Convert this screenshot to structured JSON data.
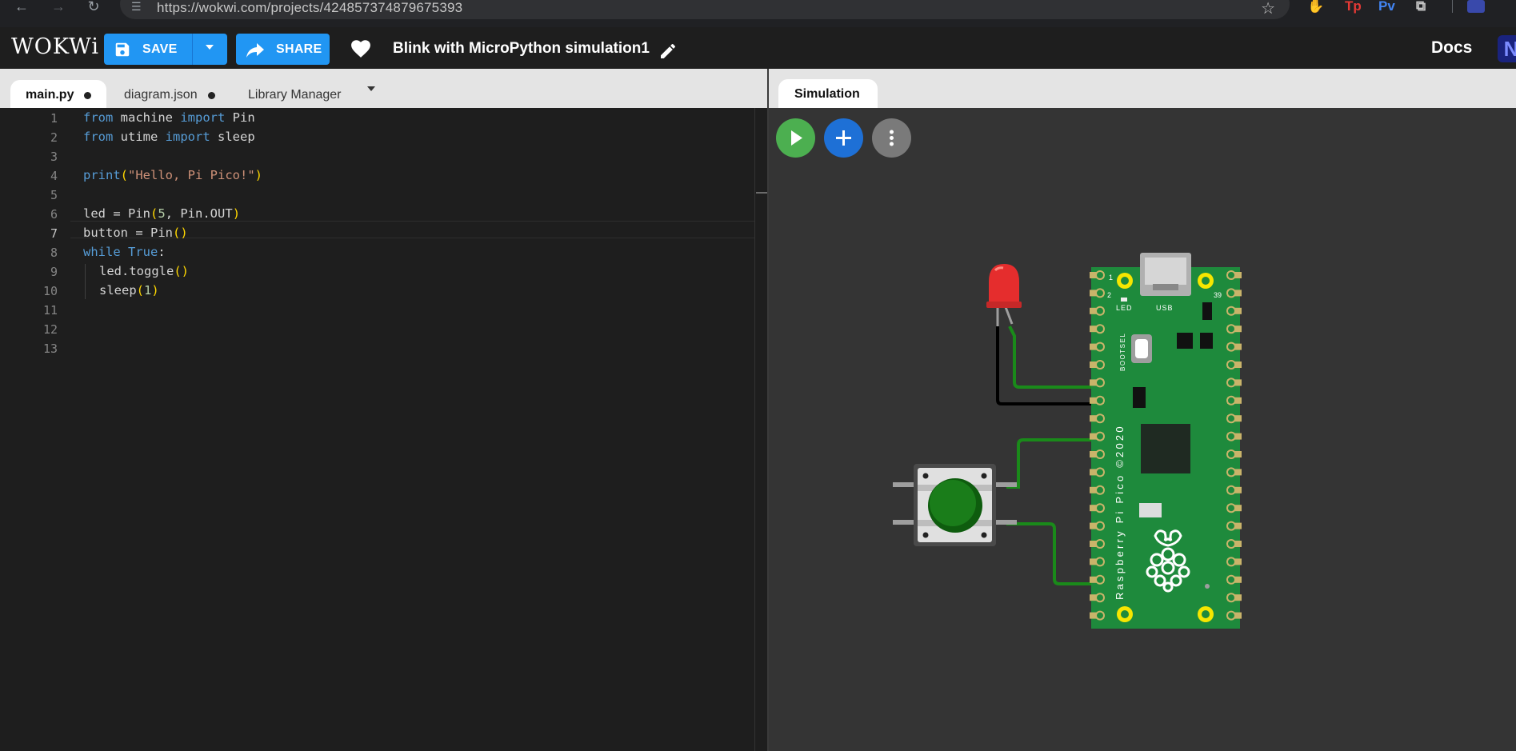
{
  "browser": {
    "url": "https://wokwi.com/projects/424857374879675393",
    "back_icon": "←",
    "forward_icon": "→",
    "reload_icon": "↻",
    "extensions": [
      {
        "name": "hand-extension-icon",
        "label": "✋",
        "color": "#e53935"
      },
      {
        "name": "tp-extension-icon",
        "label": "Tp",
        "color": "#e53935"
      },
      {
        "name": "pv-extension-icon",
        "label": "Pv",
        "color": "#4285f4"
      }
    ]
  },
  "header": {
    "logo": "WOKWi",
    "save_label": "SAVE",
    "share_label": "SHARE",
    "project_title": "Blink with MicroPython simulation1",
    "docs_label": "Docs",
    "avatar_letter": "N",
    "accent": "#2196f3"
  },
  "editor": {
    "tabs": [
      {
        "label": "main.py",
        "modified": true,
        "active": true
      },
      {
        "label": "diagram.json",
        "modified": true,
        "active": false
      },
      {
        "label": "Library Manager",
        "modified": false,
        "active": false
      }
    ],
    "active_line": 7,
    "line_numbers": [
      "1",
      "2",
      "3",
      "4",
      "5",
      "6",
      "7",
      "8",
      "9",
      "10",
      "11",
      "12",
      "13"
    ],
    "code": {
      "l1_kw1": "from",
      "l1_a": " machine ",
      "l1_kw2": "import",
      "l1_b": " Pin",
      "l2_kw1": "from",
      "l2_a": " utime ",
      "l2_kw2": "import",
      "l2_b": " sleep",
      "l4_fn": "print",
      "l4_open": "(",
      "l4_str": "\"Hello, Pi Pico!\"",
      "l4_close": ")",
      "l6_a": "led = Pin",
      "l6_open": "(",
      "l6_num": "5",
      "l6_b": ", Pin.OUT",
      "l6_close": ")",
      "l7_a": "button = Pin",
      "l7_parens": "()",
      "l8_kw": "while",
      "l8_a": " ",
      "l8_kw2": "True",
      "l8_b": ":",
      "l9_a": "led.toggle",
      "l9_parens": "()",
      "l10_a": "sleep",
      "l10_open": "(",
      "l10_num": "1",
      "l10_close": ")"
    }
  },
  "simulation": {
    "tab_label": "Simulation",
    "board": {
      "pin_1": "1",
      "pin_2": "2",
      "pin_39": "39",
      "led_label": "LED",
      "usb_label": "USB",
      "bootsel_label": "BOOTSEL",
      "silkscreen": "Raspberry Pi Pico ©2020"
    },
    "colors": {
      "board": "#1e8a3c",
      "wire_green": "#1a8a1a",
      "wire_black": "#000000",
      "led": "#e52d2d",
      "button_cap": "#1a7d1a"
    }
  }
}
